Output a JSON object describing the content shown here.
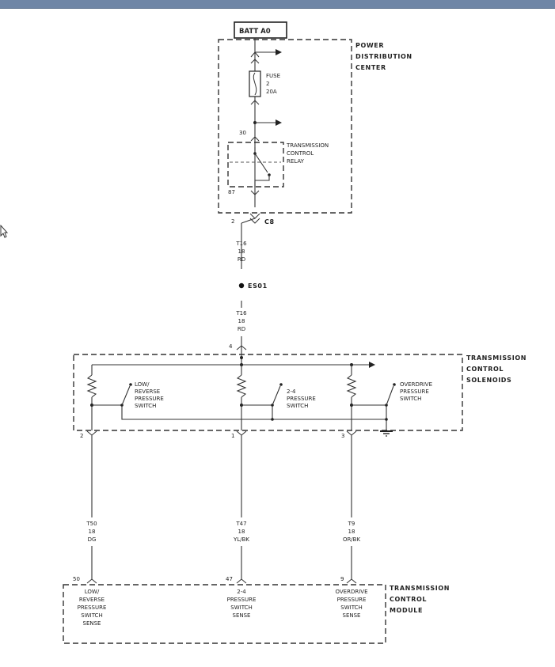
{
  "batt": "BATT A0",
  "pdc": {
    "line1": "POWER",
    "line2": "DISTRIBUTION",
    "line3": "CENTER"
  },
  "fuse": {
    "label": "FUSE",
    "number": "2",
    "rating": "20A"
  },
  "relay": {
    "line1": "TRANSMISSION",
    "line2": "CONTROL",
    "line3": "RELAY",
    "pin_in": "30",
    "pin_out": "87"
  },
  "connector_c8": {
    "pin": "2",
    "name": "C8"
  },
  "wire_t16_upper": {
    "circuit": "T16",
    "gauge": "18",
    "color": "RD"
  },
  "splice": "ES01",
  "wire_t16_lower": {
    "circuit": "T16",
    "gauge": "18",
    "color": "RD"
  },
  "solenoids": {
    "line1": "TRANSMISSION",
    "line2": "CONTROL",
    "line3": "SOLENOIDS",
    "pin_in": "4",
    "switch_low": {
      "line1": "LOW/",
      "line2": "REVERSE",
      "line3": "PRESSURE",
      "line4": "SWITCH"
    },
    "switch_24": {
      "line1": "2-4",
      "line2": "PRESSURE",
      "line3": "SWITCH"
    },
    "switch_od": {
      "line1": "OVERDRIVE",
      "line2": "PRESSURE",
      "line3": "SWITCH"
    },
    "pin_low": "2",
    "pin_24": "1",
    "pin_od": "3"
  },
  "wires_bottom": [
    {
      "circuit": "T50",
      "gauge": "18",
      "color": "DG"
    },
    {
      "circuit": "T47",
      "gauge": "18",
      "color": "YL/BK"
    },
    {
      "circuit": "T9",
      "gauge": "18",
      "color": "OR/BK"
    }
  ],
  "tcm": {
    "line1": "TRANSMISSION",
    "line2": "CONTROL",
    "line3": "MODULE",
    "pins": [
      {
        "pin": "50",
        "line1": "LOW/",
        "line2": "REVERSE",
        "line3": "PRESSURE",
        "line4": "SWITCH",
        "line5": "SENSE"
      },
      {
        "pin": "47",
        "line1": "2-4",
        "line2": "PRESSURE",
        "line3": "SWITCH",
        "line4": "SENSE"
      },
      {
        "pin": "9",
        "line1": "OVERDRIVE",
        "line2": "PRESSURE",
        "line3": "SWITCH",
        "line4": "SENSE"
      }
    ]
  }
}
